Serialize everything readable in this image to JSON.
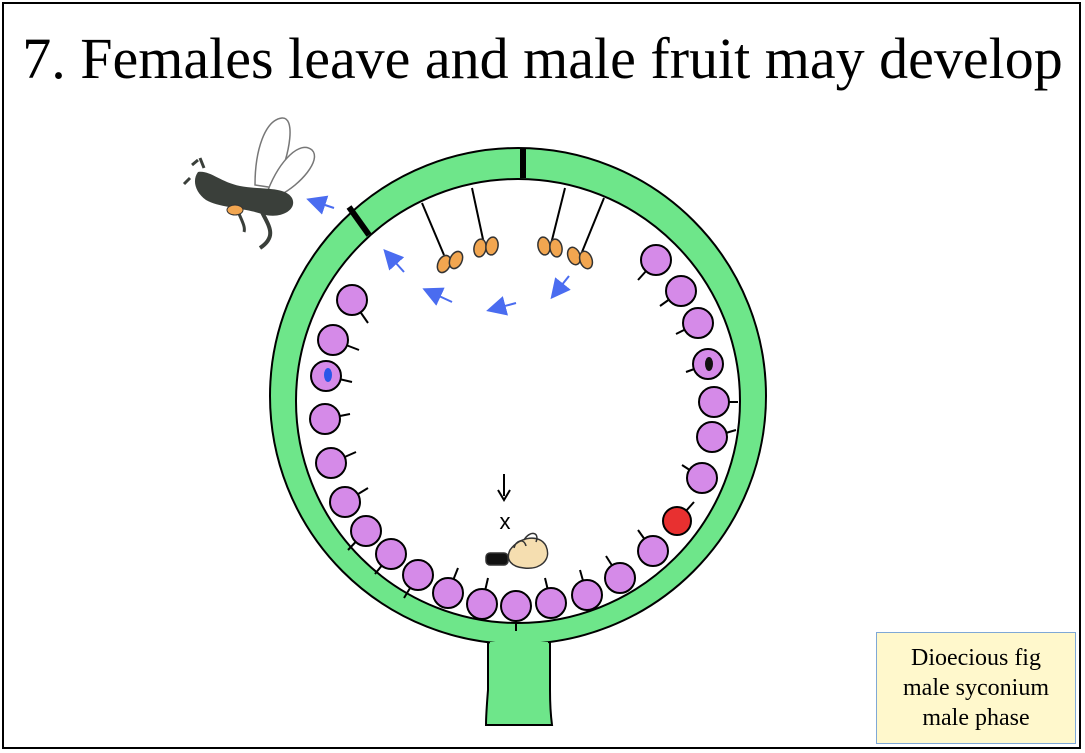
{
  "slide": {
    "title": "7. Females leave and male fruit may develop"
  },
  "caption": {
    "lines": [
      "Dioecious fig",
      "male syconium",
      "male phase"
    ]
  },
  "diagram": {
    "cross_mark": "x",
    "colors": {
      "syconium_wall": "#6ee68a",
      "female_flower": "#d58ae8",
      "pollen_anther": "#f2a650",
      "wasp_body": "#3a3f3a",
      "arrows": "#4a6cf0",
      "galled_flower_red": "#e83030",
      "egg_blue": "#2a56e8",
      "larva": "#f5deb0"
    }
  }
}
